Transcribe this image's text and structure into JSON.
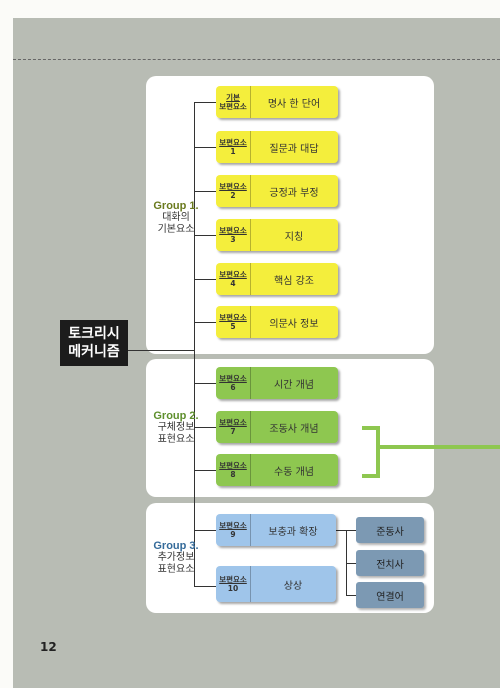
{
  "main_node": {
    "line1": "토크리시",
    "line2": "메커니즘"
  },
  "groups": [
    {
      "title": "Group 1.",
      "line2": "대화의",
      "line3": "기본요소"
    },
    {
      "title": "Group 2.",
      "line2": "구체정보",
      "line3": "표현요소"
    },
    {
      "title": "Group 3.",
      "line2": "추가정보",
      "line3": "표현요소"
    }
  ],
  "elements": [
    {
      "tag1": "기본",
      "tag2": "보편요소",
      "label": "명사 한 단어"
    },
    {
      "tag1": "보편요소",
      "tag2": "1",
      "label": "질문과 대답"
    },
    {
      "tag1": "보편요소",
      "tag2": "2",
      "label": "긍정과 부정"
    },
    {
      "tag1": "보편요소",
      "tag2": "3",
      "label": "지칭"
    },
    {
      "tag1": "보편요소",
      "tag2": "4",
      "label": "핵심 강조"
    },
    {
      "tag1": "보편요소",
      "tag2": "5",
      "label": "의문사 정보"
    },
    {
      "tag1": "보편요소",
      "tag2": "6",
      "label": "시간 개념"
    },
    {
      "tag1": "보편요소",
      "tag2": "7",
      "label": "조동사 개념"
    },
    {
      "tag1": "보편요소",
      "tag2": "8",
      "label": "수동 개념"
    },
    {
      "tag1": "보편요소",
      "tag2": "9",
      "label": "보충과 확장"
    },
    {
      "tag1": "보편요소",
      "tag2": "10",
      "label": "상상"
    }
  ],
  "sub_elements": [
    "준동사",
    "전치사",
    "연결어"
  ],
  "page_number": "12",
  "colors": {
    "yellow": "#f4ee3c",
    "green": "#8ec750",
    "blue": "#9fc5ea",
    "sub": "#7c99b3"
  }
}
